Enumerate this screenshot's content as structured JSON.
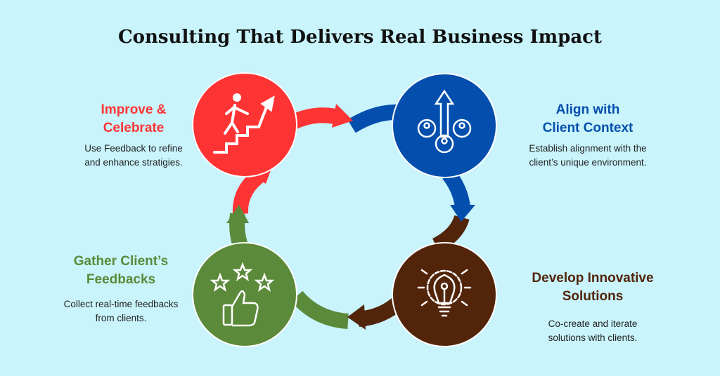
{
  "title": "Consulting That Delivers Real Business Impact",
  "steps": [
    {
      "id": "improve",
      "title_lines": [
        "Improve &",
        "Celebrate"
      ],
      "desc_lines": [
        "Use Feedback to refine",
        "and enhance stratigies."
      ],
      "color": "#fe3434",
      "icon": "climbing-stairs-icon"
    },
    {
      "id": "align",
      "title_lines": [
        "Align with",
        "Client Context"
      ],
      "desc_lines": [
        "Establish alignment with the",
        "client’s unique environment."
      ],
      "color": "#044fad",
      "icon": "people-alignment-icon"
    },
    {
      "id": "develop",
      "title_lines": [
        "Develop Innovative",
        "Solutions"
      ],
      "desc_lines": [
        "Co-create and iterate",
        "solutions with clients."
      ],
      "color": "#52250a",
      "icon": "lightbulb-gear-icon"
    },
    {
      "id": "gather",
      "title_lines": [
        "Gather Client’s",
        "Feedbacks"
      ],
      "desc_lines": [
        "Collect real-time feedbacks",
        "from clients."
      ],
      "color": "#5b8a3a",
      "icon": "stars-thumbs-up-icon"
    }
  ]
}
